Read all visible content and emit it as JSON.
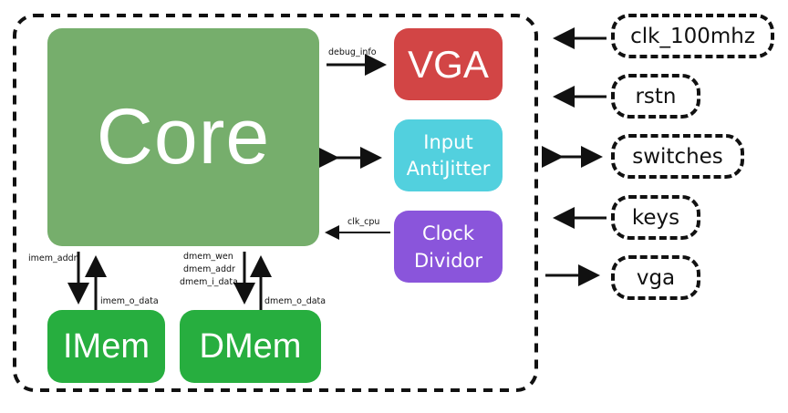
{
  "blocks": {
    "core": {
      "label": "Core",
      "color": "#76ae6c"
    },
    "vga": {
      "label": "VGA",
      "color": "#d24545"
    },
    "input_antijitter": {
      "line1": "Input",
      "line2": "AntiJitter",
      "color": "#52d0de"
    },
    "clock_divider": {
      "line1": "Clock",
      "line2": "Dividor",
      "color": "#8a55db"
    },
    "imem": {
      "label": "IMem",
      "color": "#27ae3f"
    },
    "dmem": {
      "label": "DMem",
      "color": "#27ae3f"
    }
  },
  "ports": {
    "clk_100mhz": "clk_100mhz",
    "rstn": "rstn",
    "switches": "switches",
    "keys": "keys",
    "vga": "vga"
  },
  "signals": {
    "debug_info": "debug_info",
    "clk_cpu": "clk_cpu",
    "imem_addr": "imem_addr",
    "imem_o_data": "imem_o_data",
    "dmem_wen": "dmem_wen",
    "dmem_addr": "dmem_addr",
    "dmem_i_data": "dmem_i_data",
    "dmem_o_data": "dmem_o_data"
  }
}
